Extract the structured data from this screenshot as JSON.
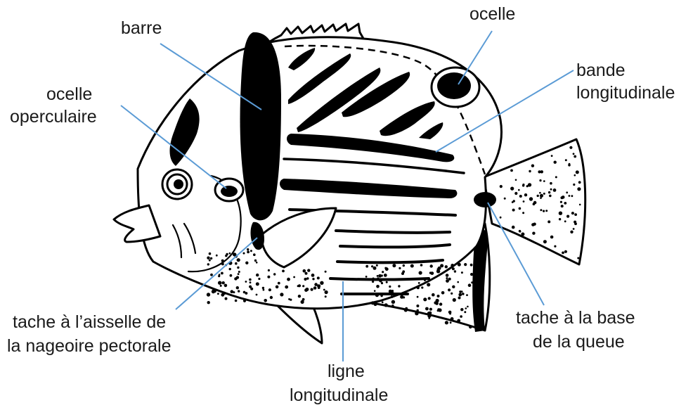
{
  "diagram": {
    "labels": {
      "barre": "barre",
      "ocelle": "ocelle",
      "ocelle_operculaire_1": "ocelle",
      "ocelle_operculaire_2": "operculaire",
      "bande_1": "bande",
      "bande_2": "longitudinale",
      "tache_aisselle_1": "tache à l’aisselle de",
      "tache_aisselle_2": "la nageoire pectorale",
      "ligne_1": "ligne",
      "ligne_2": "longitudinale",
      "tache_queue_1": "tache à la base",
      "tache_queue_2": "de la queue"
    },
    "colors": {
      "leader": "#5b9bd5",
      "ink": "#000000",
      "text": "#1a1a1a"
    }
  }
}
